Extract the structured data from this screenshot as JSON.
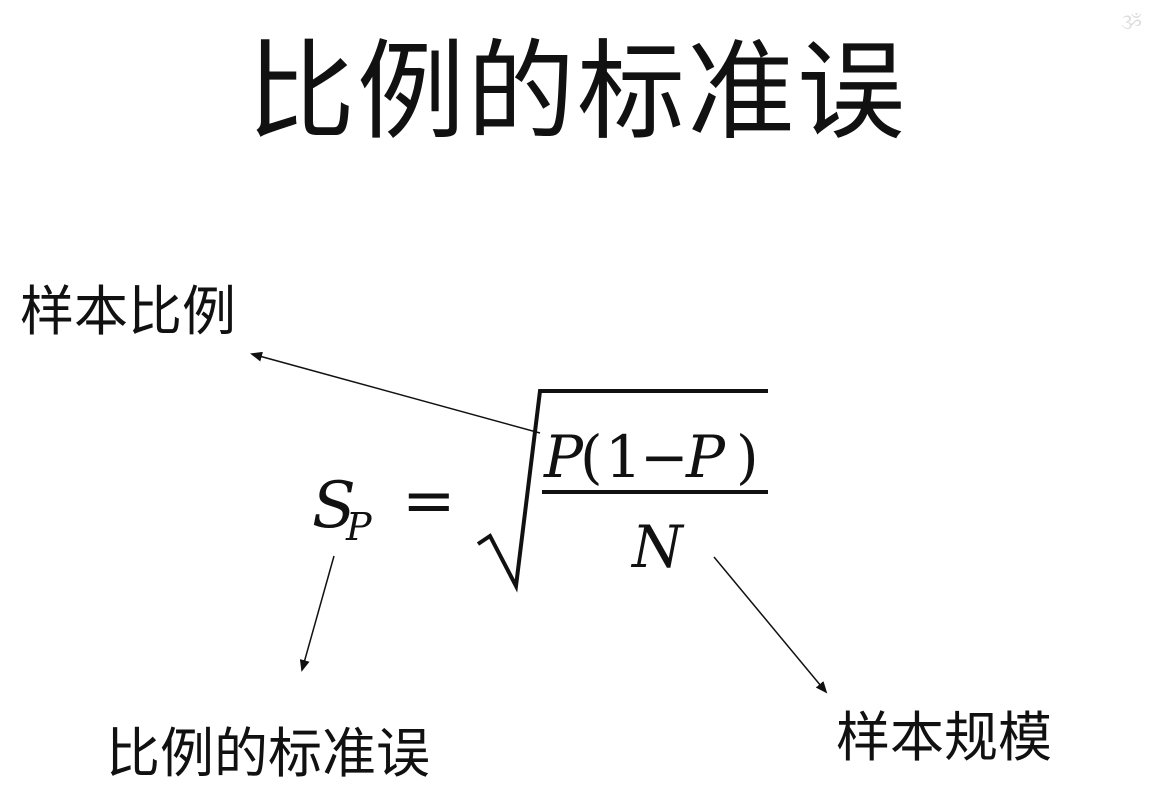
{
  "title": "比例的标准误",
  "formula": {
    "lhs_symbol": "S",
    "lhs_subscript": "P",
    "equals": "=",
    "numerator_p1": "P",
    "numerator_open": "(",
    "numerator_one": "1",
    "numerator_minus": "−",
    "numerator_p2": "P",
    "numerator_close": ")",
    "denominator": "N"
  },
  "labels": {
    "sample_proportion": "样本比例",
    "standard_error": "比例的标准误",
    "sample_size": "样本规模"
  },
  "watermark": "ૐ"
}
